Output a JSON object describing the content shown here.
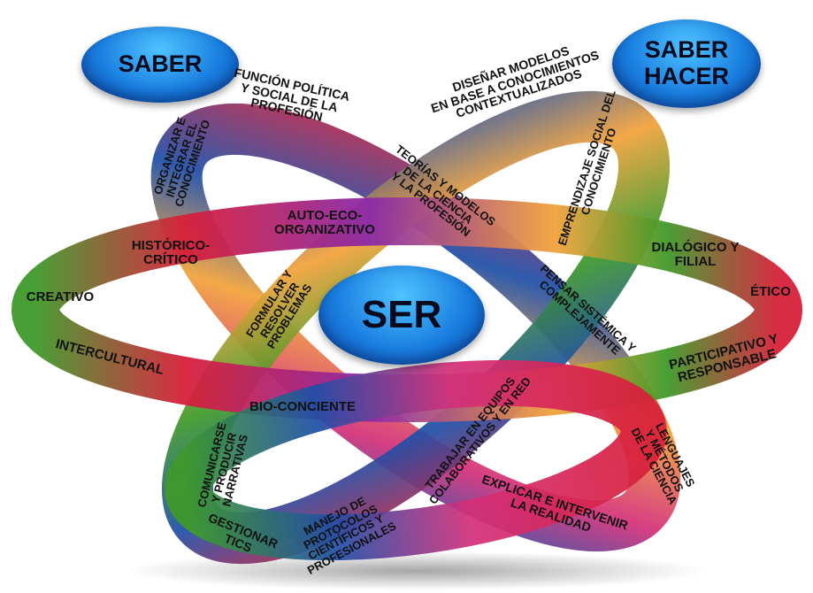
{
  "bubbles": {
    "saber": "SABER",
    "saber_hacer_line1": "SABER",
    "saber_hacer_line2": "HACER",
    "ser": "SER"
  },
  "labels": {
    "funcion_politica": [
      "FUNCIÓN POLÍTICA",
      "Y SOCIAL DE LA",
      "PROFESIÓN"
    ],
    "organizar": [
      "ORGANIZAR E",
      "INTEGRAR EL",
      "CONOCIMIENTO"
    ],
    "disenar_modelos": [
      "DISEÑAR MODELOS",
      "EN BASE A CONOCIMIENTOS",
      "CONTEXTUALIZADOS"
    ],
    "emprendizaje": [
      "EMPRENDIZAJE SOCIAL DEL",
      "CONOCIMIENTO"
    ],
    "teorias": [
      "TEORÍAS Y MODELOS",
      "DE LA CIENCIA",
      "Y LA PROFESIÓN"
    ],
    "auto_eco": [
      "AUTO-ECO-",
      "ORGANIZATIVO"
    ],
    "historico": [
      "HISTÓRICO-",
      "CRÍTICO"
    ],
    "creativo": [
      "CREATIVO"
    ],
    "intercultural": [
      "INTERCULTURAL"
    ],
    "formular": [
      "FORMULAR Y",
      "RESOLVER",
      "PROBLEMAS"
    ],
    "dialogico": [
      "DIALÓGICO Y",
      "FILIAL"
    ],
    "etico": [
      "ÉTICO"
    ],
    "participativo": [
      "PARTICIPATIVO Y",
      "RESPONSABLE"
    ],
    "pensar": [
      "PENSAR SISTÉMICA Y",
      "COMPLEJAMENTE"
    ],
    "bio_conciente": [
      "BIO-CONCIENTE"
    ],
    "trabajar": [
      "TRABAJAR EN EQUIPOS",
      "COLABORATIVOS Y EN RED"
    ],
    "lenguajes": [
      "LENGUAJES",
      "Y MÉTODOS",
      "DE LA CIENCIA"
    ],
    "comunicarse": [
      "COMUNICARSE",
      "Y PRODUCIR",
      "NARRATIVAS"
    ],
    "gestionar": [
      "GESTIONAR",
      "TICS"
    ],
    "manejo": [
      "MANEJO DE",
      "PROTOCOLOS",
      "CIENTÍFICOS Y",
      "PROFESIONALES"
    ],
    "explicar": [
      "EXPLICAR E INTERVENIR",
      "LA REALIDAD"
    ]
  },
  "colors": {
    "ribbon_blue": "#1f4fa8",
    "ribbon_purple": "#8a2aa8",
    "ribbon_green": "#3f9a2a",
    "ribbon_red": "#d8203a",
    "ribbon_orange": "#f2a23a",
    "ribbon_pink": "#d4307a",
    "bubble_blue": "#1a7fe0"
  }
}
